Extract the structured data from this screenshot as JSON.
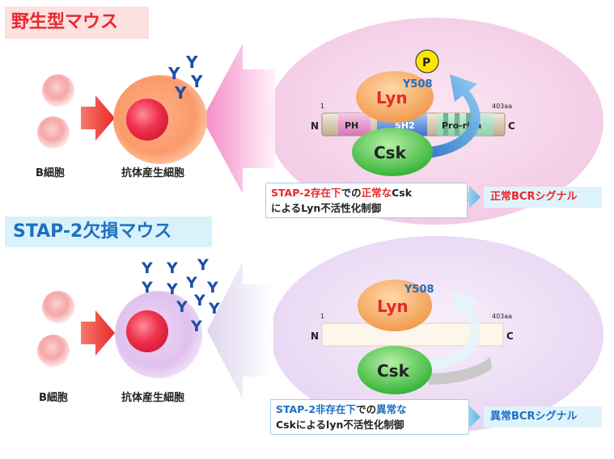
{
  "top_panel": {
    "title": "野生型マウス",
    "b_cell_label": "B細胞",
    "plasma_cell_label": "抗体産生細胞",
    "antibody_symbol": "Y",
    "lyn_label": "Lyn",
    "csk_label": "Csk",
    "phospho_label": "P",
    "site_label": "Y508",
    "n_label": "N",
    "c_label": "C",
    "start_residue": "1",
    "end_residue": "403aa",
    "domain_ph": "PH",
    "domain_sh2": "SH2",
    "domain_pro": "Pro-rich",
    "note_part1": "STAP-2存在下",
    "note_part2": "での",
    "note_part3": "正常な",
    "note_part4": "Csk",
    "note_line2": "によるLyn不活性化制御",
    "signal_label": "正常BCRシグナル"
  },
  "bottom_panel": {
    "title": "STAP-2欠損マウス",
    "b_cell_label": "B細胞",
    "plasma_cell_label": "抗体産生細胞",
    "antibody_symbol": "Y",
    "lyn_label": "Lyn",
    "csk_label": "Csk",
    "site_label": "Y508",
    "n_label": "N",
    "c_label": "C",
    "start_residue": "1",
    "end_residue": "403aa",
    "note_part1": "STAP-2非存在下",
    "note_part2": "での",
    "note_part3": "異常な",
    "note_line2": "Cskによるlyn不活性化制御",
    "signal_label": "異常BCRシグナル"
  },
  "colors": {
    "title_red": "#e8282b",
    "title_blue": "#1e6fc0",
    "antibody_blue": "#1b4fa8",
    "lyn_orange": "#f5a35c",
    "csk_green": "#4cc244",
    "arrow_red": "#ee4a3a",
    "top_oval": "#f6d3ea",
    "bottom_oval": "#ecdff5"
  }
}
